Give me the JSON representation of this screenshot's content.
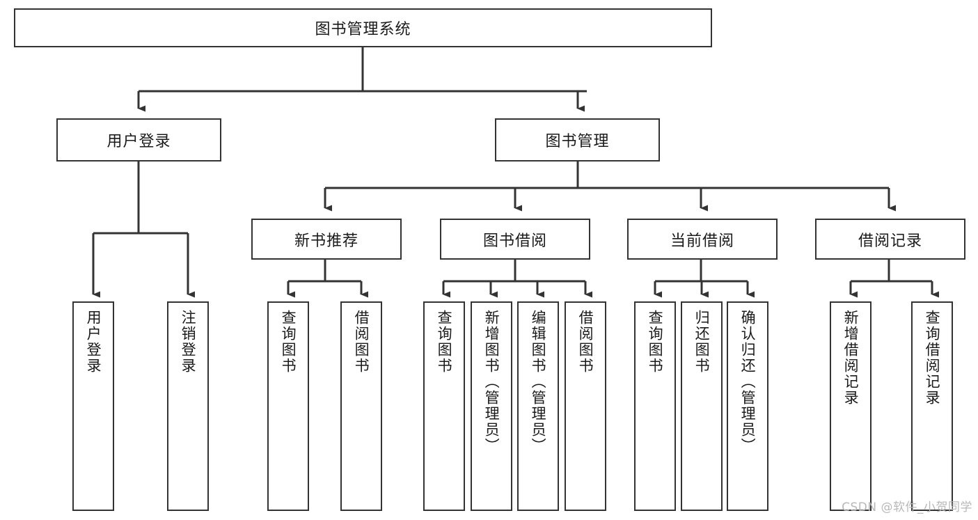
{
  "diagram": {
    "type": "tree-hierarchy",
    "title": "图书管理系统",
    "watermark": "CSDN @软件_小贺同学",
    "colors": {
      "box_border": "#333333",
      "box_fill": "#ffffff",
      "connector": "#333333",
      "text": "#1a1a1a",
      "watermark": "#b8b8b8",
      "background": "#ffffff"
    },
    "nodes": {
      "root": {
        "label": "图书管理系统",
        "level": 0
      },
      "user_login": {
        "label": "用户登录",
        "level": 1
      },
      "book_manage": {
        "label": "图书管理",
        "level": 1
      },
      "new_book_rec": {
        "label": "新书推荐",
        "level": 2
      },
      "book_borrow": {
        "label": "图书借阅",
        "level": 2
      },
      "current_borrow": {
        "label": "当前借阅",
        "level": 2
      },
      "borrow_record": {
        "label": "借阅记录",
        "level": 2
      },
      "leaf_user_login": {
        "label": "用户登录",
        "level": 2
      },
      "leaf_user_logout": {
        "label": "注销登录",
        "level": 2
      },
      "leaf_query_book_1": {
        "label": "查询图书",
        "level": 3
      },
      "leaf_borrow_book_1": {
        "label": "借阅图书",
        "level": 3
      },
      "leaf_query_book_2": {
        "label": "查询图书",
        "level": 3
      },
      "leaf_add_book": {
        "label": "新增图书（管理员）",
        "level": 3
      },
      "leaf_edit_book": {
        "label": "编辑图书（管理员）",
        "level": 3
      },
      "leaf_borrow_book_2": {
        "label": "借阅图书",
        "level": 3
      },
      "leaf_query_book_3": {
        "label": "查询图书",
        "level": 3
      },
      "leaf_return_book": {
        "label": "归还图书",
        "level": 3
      },
      "leaf_confirm_return": {
        "label": "确认归还（管理员）",
        "level": 3
      },
      "leaf_add_record": {
        "label": "新增借阅记录",
        "level": 3
      },
      "leaf_query_record": {
        "label": "查询借阅记录",
        "level": 3
      }
    },
    "edges": [
      {
        "from": "root",
        "to": "user_login"
      },
      {
        "from": "root",
        "to": "book_manage"
      },
      {
        "from": "user_login",
        "to": "leaf_user_login"
      },
      {
        "from": "user_login",
        "to": "leaf_user_logout"
      },
      {
        "from": "book_manage",
        "to": "new_book_rec"
      },
      {
        "from": "book_manage",
        "to": "book_borrow"
      },
      {
        "from": "book_manage",
        "to": "current_borrow"
      },
      {
        "from": "book_manage",
        "to": "borrow_record"
      },
      {
        "from": "new_book_rec",
        "to": "leaf_query_book_1"
      },
      {
        "from": "new_book_rec",
        "to": "leaf_borrow_book_1"
      },
      {
        "from": "book_borrow",
        "to": "leaf_query_book_2"
      },
      {
        "from": "book_borrow",
        "to": "leaf_add_book"
      },
      {
        "from": "book_borrow",
        "to": "leaf_edit_book"
      },
      {
        "from": "book_borrow",
        "to": "leaf_borrow_book_2"
      },
      {
        "from": "current_borrow",
        "to": "leaf_query_book_3"
      },
      {
        "from": "current_borrow",
        "to": "leaf_return_book"
      },
      {
        "from": "current_borrow",
        "to": "leaf_confirm_return"
      },
      {
        "from": "borrow_record",
        "to": "leaf_add_record"
      },
      {
        "from": "borrow_record",
        "to": "leaf_query_record"
      }
    ]
  }
}
